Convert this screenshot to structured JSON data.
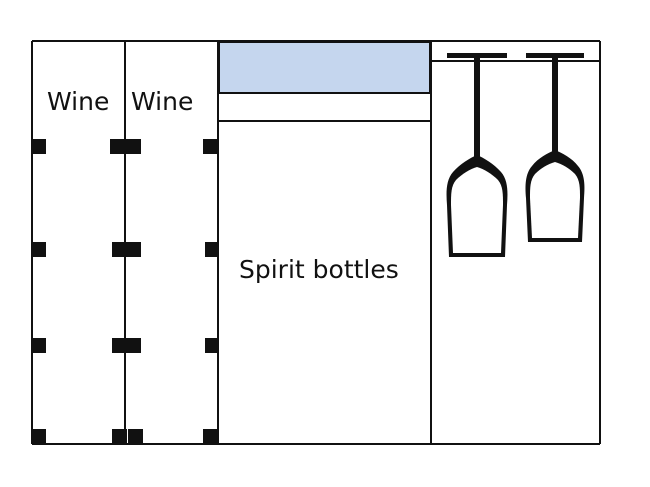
{
  "diagram": {
    "labels": {
      "wine_left": "Wine",
      "wine_right": "Wine",
      "spirits": "Spirit bottles"
    },
    "colors": {
      "line": "#111111",
      "shelf_fill": "#c5d6ee",
      "background": "#ffffff",
      "glass": "#111111"
    },
    "glass_count": 2,
    "peg_rows_per_rack": 4
  }
}
